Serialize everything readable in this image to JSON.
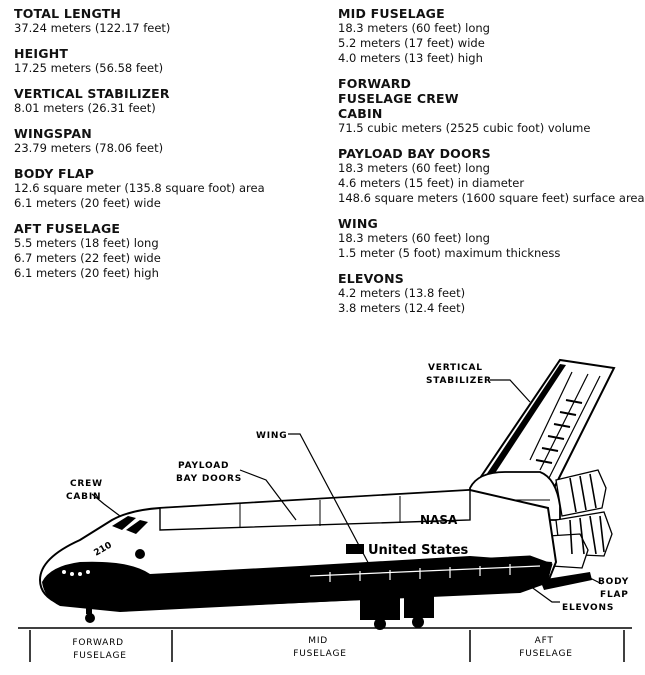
{
  "specs_left": [
    {
      "title": "TOTAL LENGTH",
      "lines": [
        "37.24 meters (122.17 feet)"
      ]
    },
    {
      "title": "HEIGHT",
      "lines": [
        "17.25 meters (56.58 feet)"
      ]
    },
    {
      "title": "VERTICAL STABILIZER",
      "lines": [
        "8.01 meters (26.31 feet)"
      ]
    },
    {
      "title": "WINGSPAN",
      "lines": [
        "23.79 meters (78.06 feet)"
      ]
    },
    {
      "title": "BODY FLAP",
      "lines": [
        "12.6 square meter (135.8 square foot) area",
        "6.1 meters (20 feet) wide"
      ]
    },
    {
      "title": "AFT FUSELAGE",
      "lines": [
        "5.5 meters (18 feet) long",
        "6.7 meters (22 feet) wide",
        "6.1 meters (20 feet) high"
      ]
    }
  ],
  "specs_right": [
    {
      "title": "MID FUSELAGE",
      "lines": [
        "18.3 meters (60 feet) long",
        "5.2 meters (17 feet) wide",
        "4.0 meters (13 feet) high"
      ]
    },
    {
      "title": "FORWARD FUSELAGE CREW CABIN",
      "lines": [
        "71.5 cubic meters (2525 cubic foot) volume"
      ]
    },
    {
      "title": "PAYLOAD BAY DOORS",
      "lines": [
        "18.3 meters (60 feet) long",
        "4.6 meters (15 feet) in diameter",
        "148.6 square meters (1600 square feet) surface area"
      ]
    },
    {
      "title": "WING",
      "lines": [
        "18.3 meters (60 feet) long",
        "1.5 meter (5 foot) maximum thickness"
      ]
    },
    {
      "title": "ELEVONS",
      "lines": [
        "4.2 meters (13.8 feet)",
        "3.8 meters (12.4 feet)"
      ]
    }
  ],
  "diagram": {
    "labels": {
      "vertical_stabilizer": [
        "VERTICAL",
        "STABILIZER"
      ],
      "wing": "WING",
      "payload_bay_doors": [
        "PAYLOAD",
        "BAY DOORS"
      ],
      "crew_cabin": [
        "CREW",
        "CABIN"
      ],
      "body_flap": [
        "BODY",
        "FLAP"
      ],
      "elevons": "ELEVONS"
    },
    "markings": {
      "brand": "NASA",
      "country": "United States",
      "orbiter_number": "210"
    },
    "zones": {
      "forward": [
        "FORWARD",
        "FUSELAGE"
      ],
      "mid": [
        "MID",
        "FUSELAGE"
      ],
      "aft": [
        "AFT",
        "FUSELAGE"
      ]
    }
  }
}
